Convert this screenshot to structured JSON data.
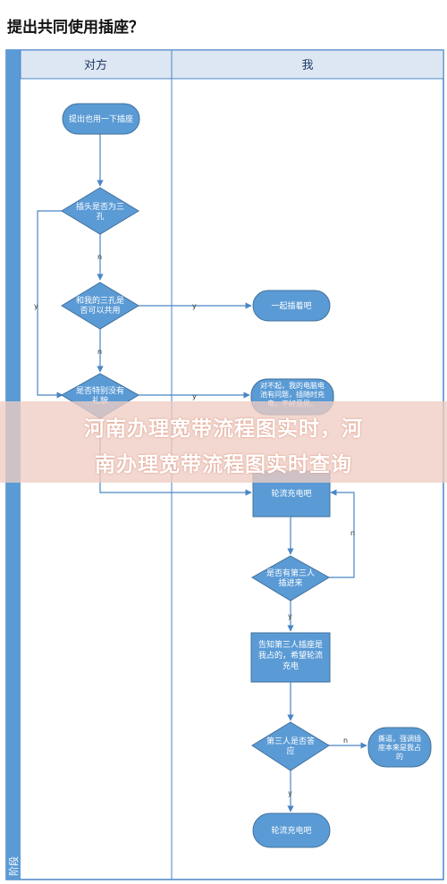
{
  "page_title": "提出共同使用插座？",
  "swimlanes": [
    {
      "label": "对方"
    },
    {
      "label": "我"
    }
  ],
  "side_label": "阶段",
  "colors": {
    "node_fill": "#5b9bd5",
    "node_stroke": "#41719c",
    "header_fill": "#dde7f3",
    "frame_blue": "#4a86c5",
    "connector": "#4a86c5",
    "overlay_text": "#ffffff"
  },
  "nodes": {
    "start": "提出也用一下插座",
    "d1": [
      "插头是否为三",
      "孔"
    ],
    "d2": [
      "和我的三孔是",
      "否可以共用"
    ],
    "together": "一起插着吧",
    "d3": [
      "是否特别没有",
      "礼貌"
    ],
    "sorry": [
      "对不起，我的电脑电",
      "池有问题，插随时充",
      "电，不好意思。"
    ],
    "take_turns1": "轮流充电吧",
    "d4": [
      "是否有第三人",
      "插进来"
    ],
    "tell_third": [
      "告知第三人插座是",
      "我占的，希望轮流",
      "充电"
    ],
    "d5": [
      "第三人是否答",
      "应"
    ],
    "explain": [
      "撕逼，强调插",
      "座本来是我占",
      "的"
    ],
    "take_turns2": "轮流充电吧"
  },
  "edge_labels": {
    "n": "n",
    "y": "y"
  },
  "overlay": {
    "line1": "河南办理宽带流程图实时，河",
    "line2": "南办理宽带流程图实时查询"
  }
}
